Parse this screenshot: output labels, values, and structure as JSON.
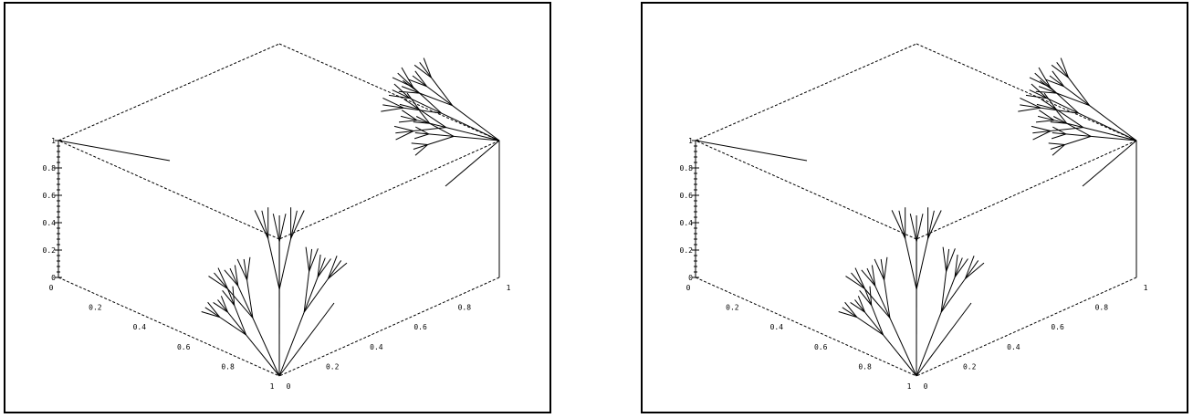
{
  "colors": {
    "background": "#ffffff",
    "line": "#000000"
  },
  "panels": [
    {
      "name": "left",
      "z_axis_ticks": [
        "0",
        "0.2",
        "0.4",
        "0.6",
        "0.8",
        "1"
      ],
      "left_floor_ticks": [
        "0",
        "0.2",
        "0.4",
        "0.6",
        "0.8",
        "1"
      ],
      "right_floor_ticks": [
        "0",
        "0.2",
        "0.4",
        "0.6",
        "0.8",
        "1"
      ]
    },
    {
      "name": "right",
      "z_axis_ticks": [
        "0",
        "0.2",
        "0.4",
        "0.6",
        "0.8",
        "1"
      ],
      "left_floor_ticks": [
        "0",
        "0.2",
        "0.4",
        "0.6",
        "0.8",
        "1"
      ],
      "right_floor_ticks": [
        "0",
        "0.2",
        "0.4",
        "0.6",
        "0.8",
        "1"
      ]
    }
  ]
}
